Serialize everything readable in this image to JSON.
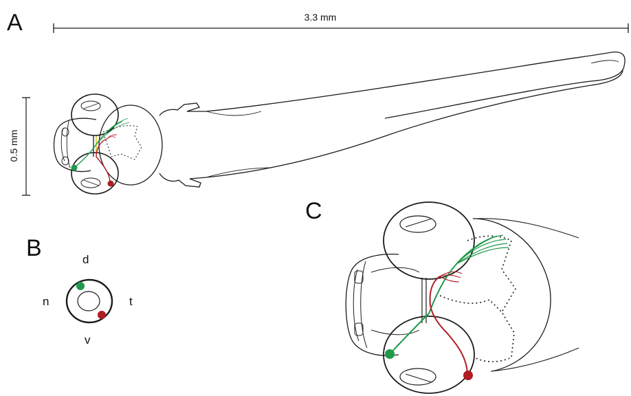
{
  "panels": {
    "a": "A",
    "b": "B",
    "c": "C"
  },
  "scale": {
    "horizontal": "3.3 mm",
    "vertical": "0.5 mm"
  },
  "orientation": {
    "dorsal": "d",
    "nasal": "n",
    "temporal": "t",
    "ventral": "v"
  },
  "colors": {
    "outline": "#1a1a1a",
    "green_axon": "#1f9a4a",
    "red_axon": "#b01c24",
    "yellow_midline": "#d6b800"
  }
}
